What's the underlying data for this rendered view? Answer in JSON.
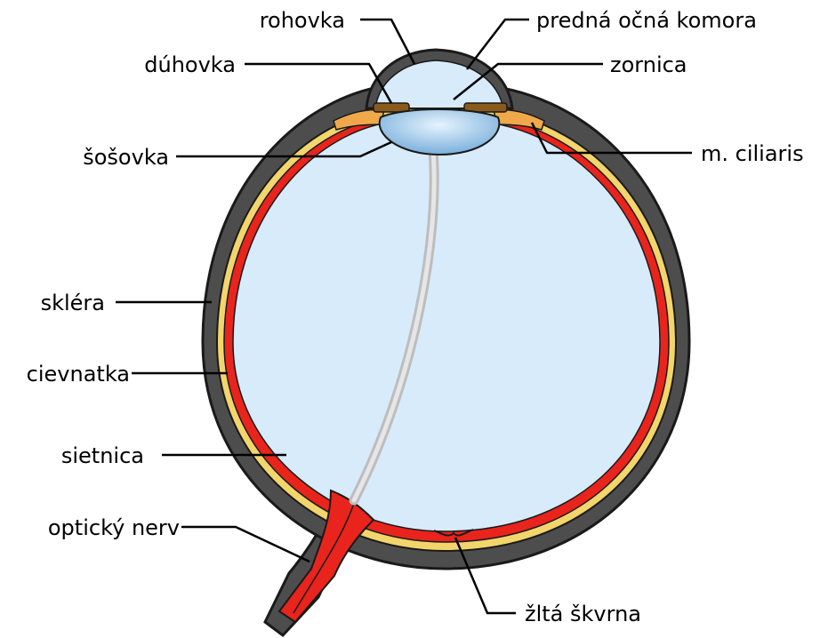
{
  "labels": {
    "cornea": "rohovka",
    "anterior_chamber": "predná očná komora",
    "iris": "dúhovka",
    "pupil": "zornica",
    "lens": "šošovka",
    "ciliary_muscle": "m. ciliaris",
    "sclera": "skléra",
    "choroid": "cievnatka",
    "retina": "sietnica",
    "optic_nerve": "optický nerv",
    "macula": "žltá škvrna"
  },
  "colors": {
    "sclera": "#4d4d4d",
    "choroid": "#f2d56b",
    "retina": "#e8241d",
    "vitreous": "#d7ebfb",
    "lens": "#8fc0e6",
    "iris": "#8a5a1c",
    "ciliary": "#f0a94a",
    "optic_axis": "#c8c8c8",
    "outline": "#1a1a1a"
  }
}
